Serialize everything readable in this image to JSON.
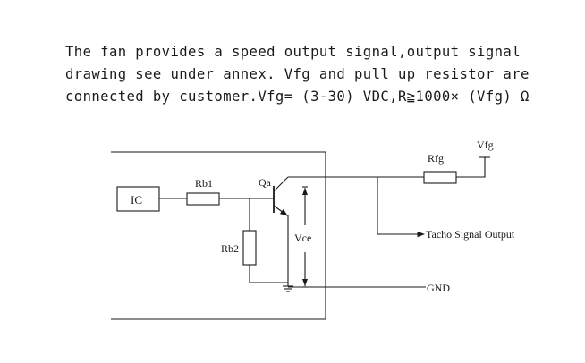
{
  "description": {
    "lines": [
      "The fan provides a speed output signal,output signal",
      "drawing see under annex. Vfg and pull up resistor are",
      "connected by customer.Vfg= (3-30) VDC,R≧1000× (Vfg) Ω"
    ]
  },
  "diagram": {
    "ic_label": "IC",
    "rb1_label": "Rb1",
    "rb2_label": "Rb2",
    "qa_label": "Qa",
    "vce_label": "Vce",
    "rfg_label": "Rfg",
    "vfg_label": "Vfg",
    "tacho_label": "Tacho Signal Output",
    "gnd_label": "GND"
  }
}
